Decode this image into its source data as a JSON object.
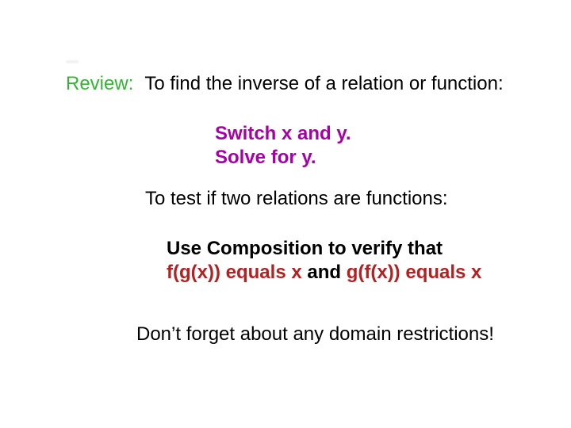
{
  "slide": {
    "review": {
      "label": "Review:",
      "text": "To find the inverse of a relation or function:"
    },
    "steps": {
      "line1": "Switch x and y.",
      "line2": "Solve for y."
    },
    "test_line": "To test if two relations are functions:",
    "composition": {
      "line1": "Use Composition to verify that",
      "red1": "f(g(x)) equals x",
      "connector": " and ",
      "red2": "g(f(x)) equals x"
    },
    "reminder": "Don’t forget about any domain restrictions!"
  },
  "colors": {
    "background": "#ffffff",
    "review_green": "#33b533",
    "steps_magenta": "#a800a8",
    "composition_red": "#b22222",
    "body_text": "#000000"
  }
}
